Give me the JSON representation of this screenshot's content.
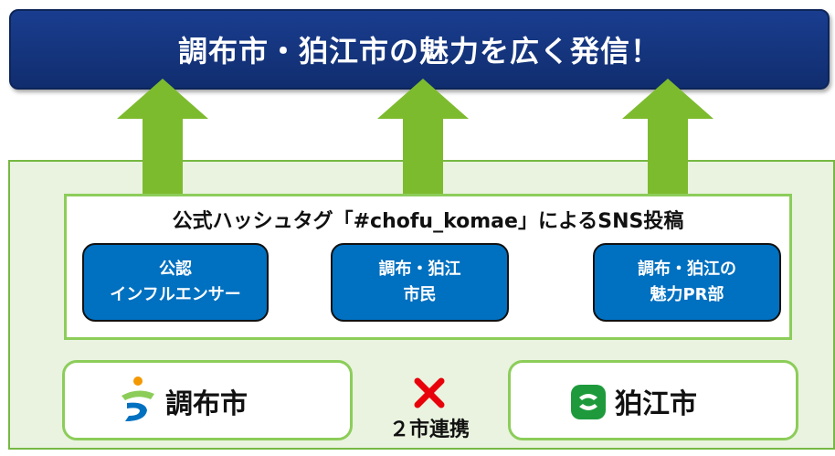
{
  "banner": {
    "title": "調布市・狛江市の魅力を広く発信！"
  },
  "sns": {
    "title": "公式ハッシュタグ「#chofu_komae」によるSNS投稿"
  },
  "groups": [
    {
      "line1": "公認",
      "line2": "インフルエンサー"
    },
    {
      "line1": "調布・狛江",
      "line2": "市民"
    },
    {
      "line1": "調布・狛江の",
      "line2": "魅力PR部"
    }
  ],
  "cities": {
    "chofu": "調布市",
    "komae": "狛江市"
  },
  "partnership": {
    "label": "２市連携"
  },
  "colors": {
    "banner": "#102d6e",
    "arrow": "#7dbb2e",
    "panel_fill": "#e9f3df",
    "panel_border": "#76b843",
    "pill": "#0070c0",
    "cross": "#e8000b",
    "komae_logo": "#1e9a3c"
  }
}
